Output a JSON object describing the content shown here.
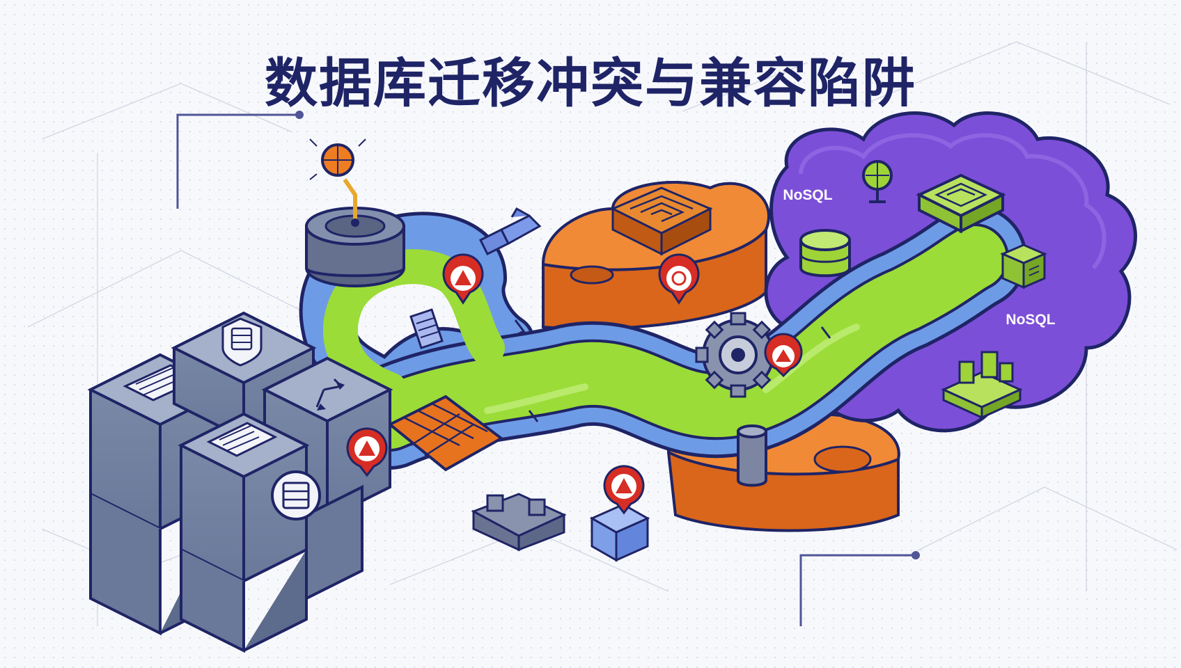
{
  "title": "数据库迁移冲突与兼容陷阱",
  "nosql_labels": [
    "NoSQL",
    "NoSQL"
  ],
  "colors": {
    "title": "#1f2466",
    "road_green": "#9bdc38",
    "road_blue": "#6e9be6",
    "orange": "#e8731f",
    "purple_cloud": "#7c4fd8",
    "server_blocks": "#7c8aa8",
    "warning_red": "#d62d24",
    "lime_icons": "#9ed437"
  },
  "icons": [
    "relational-server-cube-icon",
    "maze-block-icon",
    "gear-icon",
    "warning-pin-icon",
    "nosql-cloud-icon",
    "database-cylinder-icon",
    "globe-icon",
    "castle-block-icon"
  ]
}
